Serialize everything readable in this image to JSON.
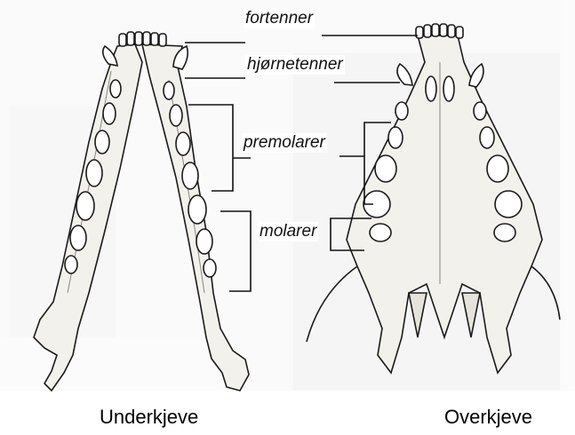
{
  "labels": {
    "incisors": "fortenner",
    "canines": "hjørnetenner",
    "premolars": "premolarer",
    "molars": "molarer"
  },
  "captions": {
    "lower_jaw": "Underkjeve",
    "upper_jaw": "Overkjeve"
  },
  "colors": {
    "ink": "#1a1a1a",
    "bone": "#f3f1ec",
    "shade": "#c9c6bf",
    "background_scan": "#ececec"
  }
}
